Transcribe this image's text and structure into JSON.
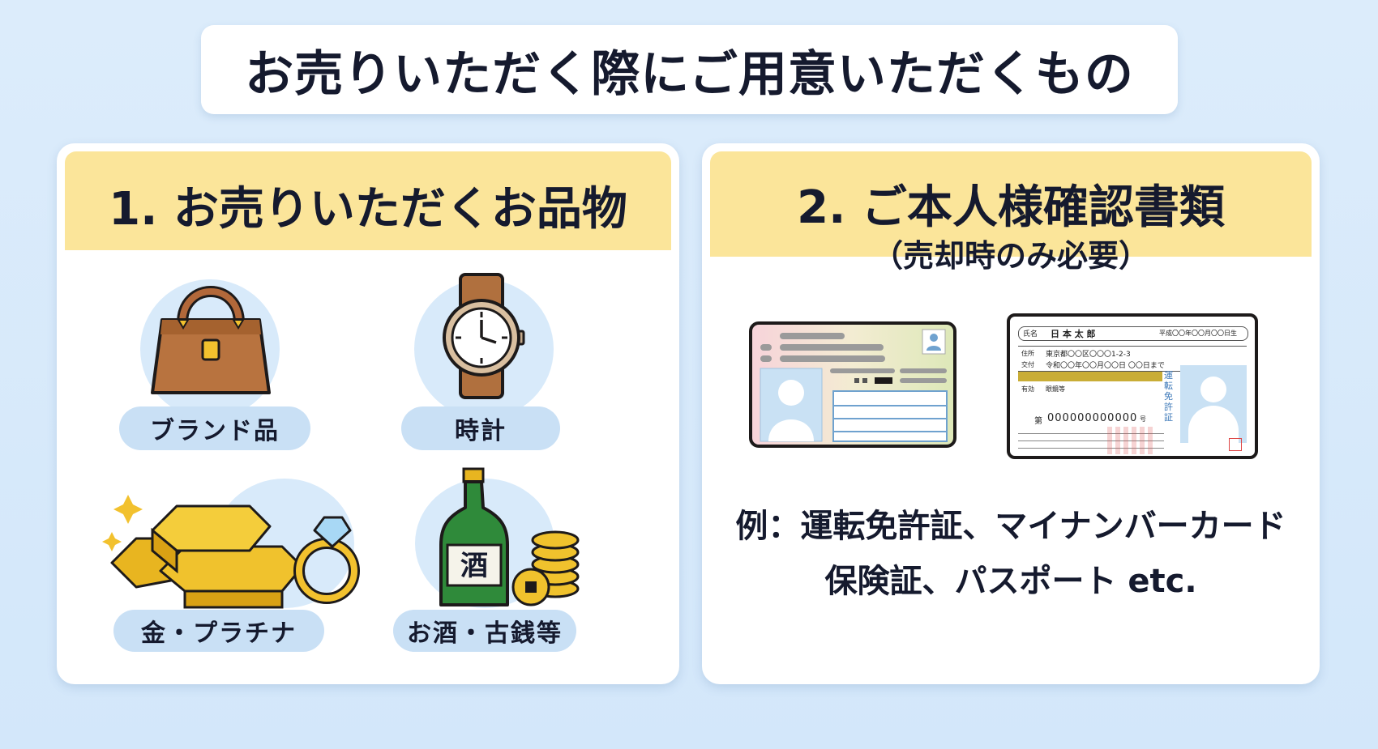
{
  "header": {
    "title": "お売りいただく際にご用意いただくもの"
  },
  "items_section": {
    "heading": "1. お売りいただくお品物",
    "items": [
      {
        "label": "ブランド品",
        "icon": "handbag-icon"
      },
      {
        "label": "時計",
        "icon": "watch-icon"
      },
      {
        "label": "金・プラチナ",
        "icon": "gold-bar-ring-icon"
      },
      {
        "label": "お酒・古銭等",
        "icon": "sake-coins-icon"
      }
    ],
    "sake_label": "酒"
  },
  "id_section": {
    "heading": "2. ご本人様確認書類",
    "subheading": "（売却時のみ必要）",
    "license": {
      "name_label": "氏名",
      "name_value": "日 本 太 郎",
      "birth": "平成〇〇年〇〇月〇〇日生",
      "address_label": "住所",
      "address_value": "東京都〇〇区〇〇〇1-2-3",
      "issue_label": "交付",
      "valid_label": "有効",
      "valid_value": "令和〇〇年〇〇月〇〇日 〇〇日まで",
      "condition": "眼鏡等",
      "number_prefix": "第",
      "number_value": "000000000000",
      "number_suffix": "号",
      "vertical_title": "運転免許証"
    },
    "example_line1": "例：運転免許証、マイナンバーカード",
    "example_line2": "保険証、パスポート etc."
  },
  "colors": {
    "accent_yellow": "#fbe59a",
    "pill_blue": "#c9e0f5",
    "background": "#d8eafa"
  }
}
